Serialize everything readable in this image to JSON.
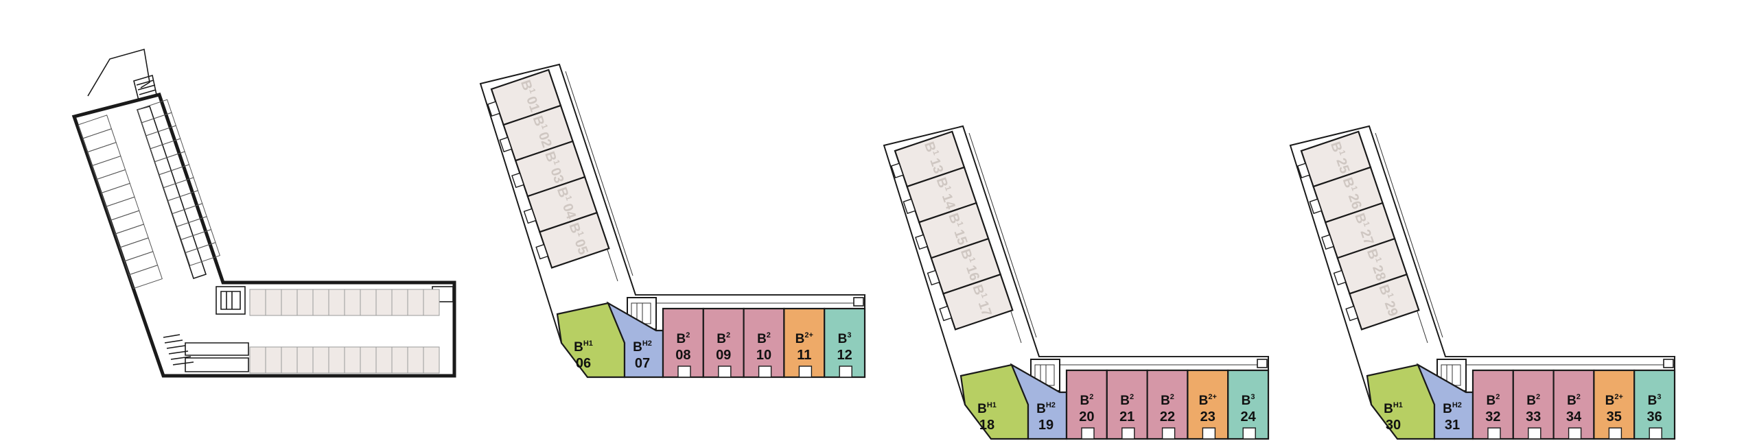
{
  "colors": {
    "grey": "#efe9e6",
    "green": "#b7cf63",
    "blue": "#a4b5df",
    "pink": "#d597a7",
    "orange": "#eeaa68",
    "teal": "#8fcdbc",
    "wall": "#1a1a1a"
  },
  "floors": [
    {
      "id": "parking",
      "parking_bays": 24
    },
    {
      "id": "floor-1",
      "diag_units": [
        {
          "type": "B",
          "sup": "1",
          "num": "01"
        },
        {
          "type": "B",
          "sup": "1",
          "num": "02"
        },
        {
          "type": "B",
          "sup": "1",
          "num": "03"
        },
        {
          "type": "B",
          "sup": "1",
          "num": "04"
        },
        {
          "type": "B",
          "sup": "1",
          "num": "05"
        }
      ],
      "corner_units": [
        {
          "type": "B",
          "sup": "H1",
          "num": "06",
          "color": "green"
        },
        {
          "type": "B",
          "sup": "H2",
          "num": "07",
          "color": "blue"
        }
      ],
      "row_units": [
        {
          "type": "B",
          "sup": "2",
          "num": "08",
          "color": "pink"
        },
        {
          "type": "B",
          "sup": "2",
          "num": "09",
          "color": "pink"
        },
        {
          "type": "B",
          "sup": "2",
          "num": "10",
          "color": "pink"
        },
        {
          "type": "B",
          "sup": "2+",
          "num": "11",
          "color": "orange"
        },
        {
          "type": "B",
          "sup": "3",
          "num": "12",
          "color": "teal"
        }
      ]
    },
    {
      "id": "floor-2",
      "diag_units": [
        {
          "type": "B",
          "sup": "1",
          "num": "13"
        },
        {
          "type": "B",
          "sup": "1",
          "num": "14"
        },
        {
          "type": "B",
          "sup": "1",
          "num": "15"
        },
        {
          "type": "B",
          "sup": "1",
          "num": "16"
        },
        {
          "type": "B",
          "sup": "1",
          "num": "17"
        }
      ],
      "corner_units": [
        {
          "type": "B",
          "sup": "H1",
          "num": "18",
          "color": "green"
        },
        {
          "type": "B",
          "sup": "H2",
          "num": "19",
          "color": "blue"
        }
      ],
      "row_units": [
        {
          "type": "B",
          "sup": "2",
          "num": "20",
          "color": "pink"
        },
        {
          "type": "B",
          "sup": "2",
          "num": "21",
          "color": "pink"
        },
        {
          "type": "B",
          "sup": "2",
          "num": "22",
          "color": "pink"
        },
        {
          "type": "B",
          "sup": "2+",
          "num": "23",
          "color": "orange"
        },
        {
          "type": "B",
          "sup": "3",
          "num": "24",
          "color": "teal"
        }
      ]
    },
    {
      "id": "floor-3",
      "diag_units": [
        {
          "type": "B",
          "sup": "1",
          "num": "25"
        },
        {
          "type": "B",
          "sup": "1",
          "num": "26"
        },
        {
          "type": "B",
          "sup": "1",
          "num": "27"
        },
        {
          "type": "B",
          "sup": "1",
          "num": "28"
        },
        {
          "type": "B",
          "sup": "1",
          "num": "29"
        }
      ],
      "corner_units": [
        {
          "type": "B",
          "sup": "H1",
          "num": "30",
          "color": "green"
        },
        {
          "type": "B",
          "sup": "H2",
          "num": "31",
          "color": "blue"
        }
      ],
      "row_units": [
        {
          "type": "B",
          "sup": "2",
          "num": "32",
          "color": "pink"
        },
        {
          "type": "B",
          "sup": "2",
          "num": "33",
          "color": "pink"
        },
        {
          "type": "B",
          "sup": "2",
          "num": "34",
          "color": "pink"
        },
        {
          "type": "B",
          "sup": "2+",
          "num": "35",
          "color": "orange"
        },
        {
          "type": "B",
          "sup": "3",
          "num": "36",
          "color": "teal"
        }
      ]
    }
  ]
}
